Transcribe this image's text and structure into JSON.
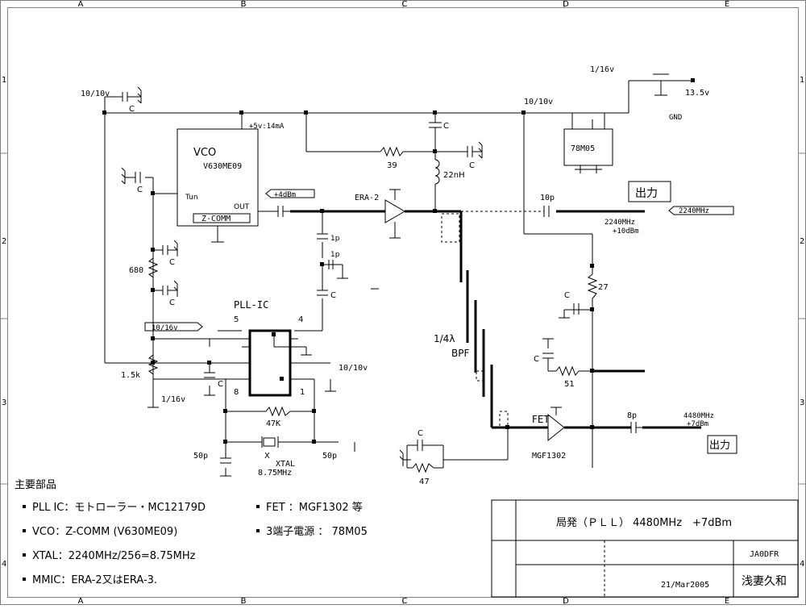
{
  "frame": {
    "col_labels": [
      "A",
      "B",
      "C",
      "D",
      "E"
    ],
    "row_labels": [
      "1",
      "2",
      "3",
      "4"
    ]
  },
  "schematic": {
    "vco": {
      "title": "VCO",
      "part": "V630ME09",
      "maker": "Z-COMM",
      "pin_tun": "Tun",
      "pin_out": "OUT",
      "supply": "+5v:14mA"
    },
    "pll": {
      "title": "PLL-IC",
      "pin5": "5",
      "pin4": "4",
      "pin8": "8",
      "pin1": "1"
    },
    "regulator": {
      "part": "78M05",
      "supply": "13.5v",
      "gnd": "GND"
    },
    "labels": {
      "cap_10_10v_top": "10/10v",
      "c_top": "C",
      "c_mid": "C",
      "c_bias": "C",
      "res_39": "39",
      "c_right": "C",
      "ind_22nh": "22nH",
      "flag_4dbm": "+4dBm",
      "era": "ERA-2",
      "cap_10p": "10p",
      "out_jp1": "出力",
      "flag_2240": "2240MHz",
      "lvl_2240": "2240MHz",
      "lvl_10dbm": "+10dBm",
      "cap_1p_a": "1p",
      "cap_1p_b": "1p",
      "c_pll": "C",
      "c_a": "C",
      "res_680": "680",
      "c_b": "C",
      "flag_10_16v": "10/16v",
      "res_1k5": "1.5k",
      "cap_1_16v": "1/16v",
      "c_pin8": "C",
      "cap_10_10v_pll": "10/10v",
      "res_47k": "47K",
      "cap_50p_l": "50p",
      "xtal_x": "X",
      "xtal": "XTAL",
      "xtal_freq": "8.75MHz",
      "cap_50p_r": "50p",
      "quarter_lambda": "1/4λ",
      "bpf": "BPF",
      "cap_1_16v_top": "1/16v",
      "cap_10_10v_right": "10/10v",
      "res_27": "27",
      "c_27": "C",
      "c_51": "C",
      "res_51": "51",
      "fet": "FET",
      "fet_part": "MGF1302",
      "cap_8p": "8p",
      "lvl_4480": "4480MHz",
      "lvl_7dbm": "+7dBm",
      "out_jp2": "出力",
      "c_fb": "C",
      "res_47": "47"
    }
  },
  "parts_list": {
    "heading": "主要部品",
    "items": [
      "PLL IC：モトローラー・MC12179D",
      "VCO：Z-COMM (V630ME09)",
      "XTAL：2240MHz/256=8.75MHz",
      "MMIC：ERA-2又はERA-3."
    ],
    "items_right": [
      "FET ：MGF1302 等",
      "3端子電源 ： 78M05"
    ]
  },
  "title_block": {
    "title": "局発（ＰＬＬ） 4480MHz　+7dBm",
    "author_call": "JA0DFR",
    "date": "21/Mar2005",
    "author_name": "浅妻久和"
  }
}
